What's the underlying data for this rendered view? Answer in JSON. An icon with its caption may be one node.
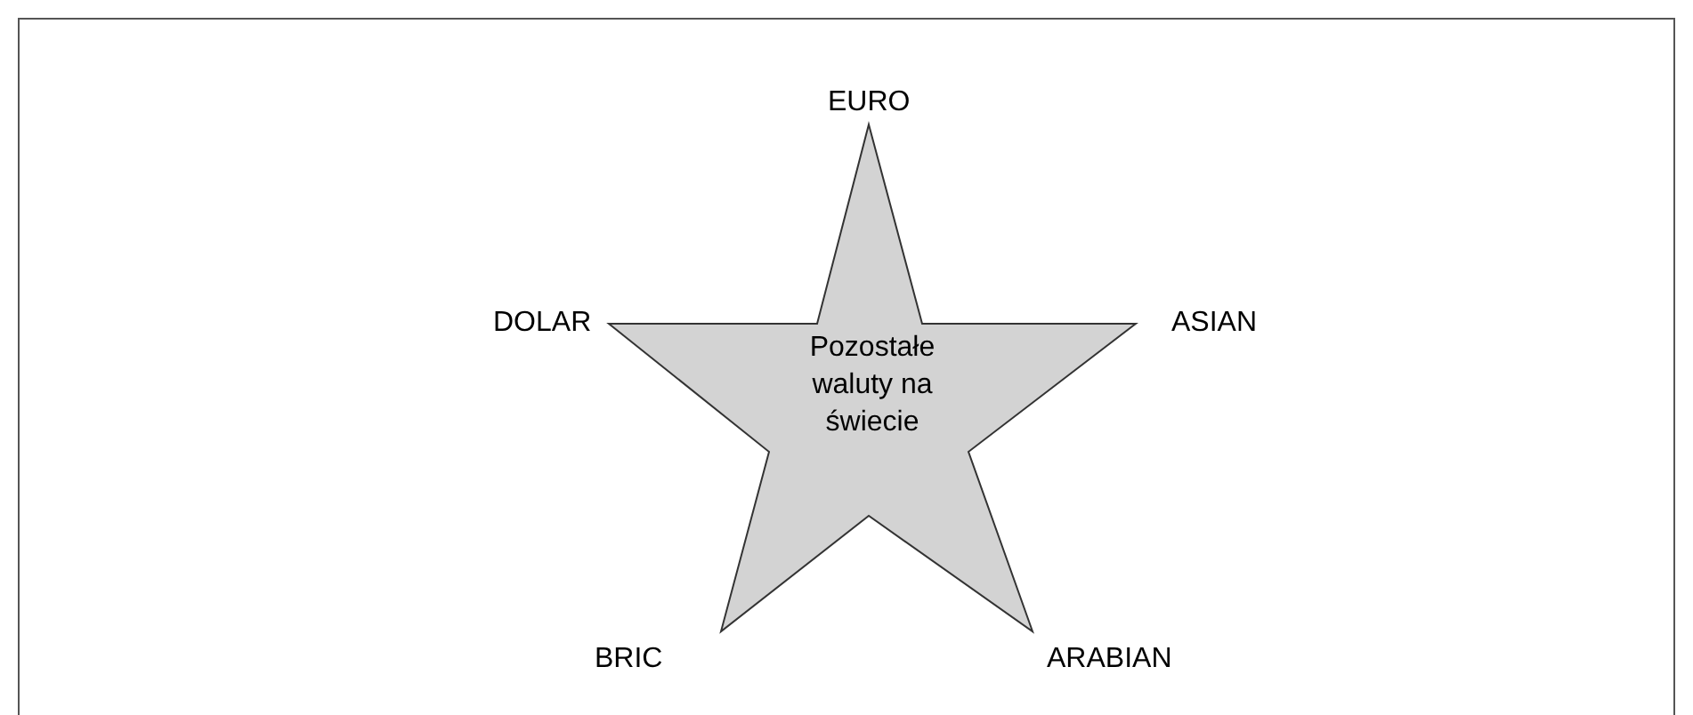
{
  "diagram": {
    "nodes": [
      {
        "text": [
          "Pozostałe waluty na świecie"
        ]
      }
    ],
    "labels": [
      "EURO",
      "DOLAR",
      "ASIAN",
      "BRIC",
      "ARABIAN"
    ]
  }
}
